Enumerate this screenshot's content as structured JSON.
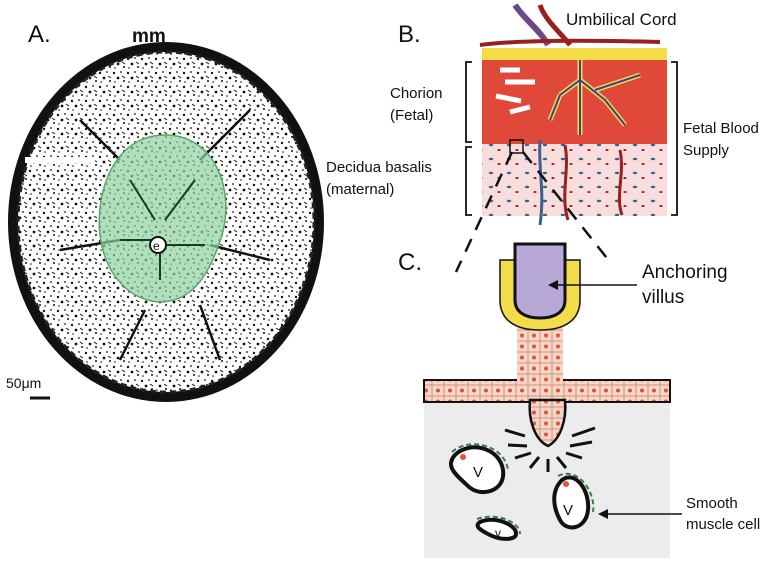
{
  "panel_a": {
    "letter": "A.",
    "title": "mm",
    "scale_label": "50μm",
    "center_mark": "e",
    "colors": {
      "highlight": "#8fd19e",
      "highlight_stroke": "#5aa56a",
      "tissue": "#111111"
    }
  },
  "panel_b": {
    "letter": "B.",
    "umbilical_cord": "Umbilical Cord",
    "chorion": [
      "Chorion",
      "(Fetal)"
    ],
    "decidua": [
      "Decidua basalis",
      "(maternal)"
    ],
    "fetal_blood": [
      "Fetal Blood",
      "Supply"
    ],
    "colors": {
      "chorion_red": "#e0483a",
      "decidua_pink": "#f3c9c6",
      "yellow": "#f2dc4a",
      "vessel_blue": "#3b5f8f",
      "vessel_red": "#9a1f1f"
    }
  },
  "panel_c": {
    "letter": "C.",
    "anchoring": [
      "Anchoring",
      "villus"
    ],
    "smooth_muscle": [
      "Smooth",
      "muscle cell"
    ],
    "vessel_labels": [
      "V",
      "V",
      "v"
    ],
    "colors": {
      "villus_core": "#b7a8d6",
      "cell": "#f6d6c6",
      "nucleus": "#e0553a",
      "tissue": "#ececec",
      "muscle": "#3f7a45"
    }
  }
}
